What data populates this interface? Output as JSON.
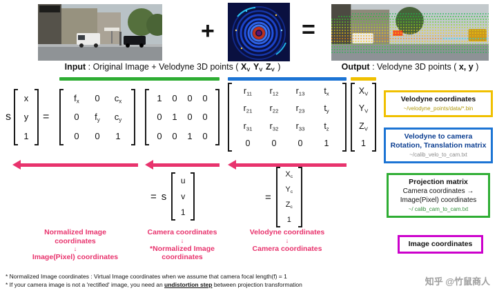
{
  "colors": {
    "pink": "#E8336D",
    "green": "#2EAD33",
    "blue": "#1C74D4",
    "yellow": "#F0C000",
    "magenta": "#CC00CC",
    "legend_blue": "#0B3E91",
    "path_yellow": "#B09A10",
    "path_gray": "#8A8A8A",
    "path_green": "#2E8B38"
  },
  "top": {
    "plus": "+",
    "equals": "=",
    "input_caption": {
      "bold": "Input",
      "rest": " : Original Image + Velodyne 3D points ( ",
      "vars": [
        "X_V",
        "Y_V",
        "Z_V"
      ],
      "close": " )"
    },
    "output_caption": {
      "bold": "Output",
      "rest": " : Velodyne 3D points ( ",
      "vars": "x, y",
      "close": " )"
    }
  },
  "equation": {
    "scale": "s",
    "equals": "=",
    "pixel_vec": [
      [
        "x"
      ],
      [
        "y"
      ],
      [
        "1"
      ]
    ],
    "intrinsic": [
      [
        "f_x",
        "0",
        "c_x"
      ],
      [
        "0",
        "f_y",
        "c_y"
      ],
      [
        "0",
        "0",
        "1"
      ]
    ],
    "identity": [
      [
        "1",
        "0",
        "0",
        "0"
      ],
      [
        "0",
        "1",
        "0",
        "0"
      ],
      [
        "0",
        "0",
        "1",
        "0"
      ]
    ],
    "extrinsic": [
      [
        "r_11",
        "r_12",
        "r_13",
        "t_x"
      ],
      [
        "r_21",
        "r_22",
        "r_23",
        "t_y"
      ],
      [
        "r_31",
        "r_32",
        "r_33",
        "t_z"
      ],
      [
        "0",
        "0",
        "0",
        "1"
      ]
    ],
    "velodyne_vec": [
      [
        "X_V"
      ],
      [
        "Y_V"
      ],
      [
        "Z_V"
      ],
      [
        "1"
      ]
    ],
    "normalized": {
      "equals": "=",
      "scale": "s",
      "vec": [
        [
          "u"
        ],
        [
          "v"
        ],
        [
          "1"
        ]
      ]
    },
    "camera": {
      "equals": "=",
      "vec": [
        [
          "X_c"
        ],
        [
          "Y_c"
        ],
        [
          "Z_c"
        ],
        [
          "1"
        ]
      ]
    }
  },
  "flow_labels": [
    {
      "top": "Normalized Image coordinates",
      "arrow": "↓",
      "bottom": "Image(Pixel) coordinates"
    },
    {
      "top": "Camera coordinates",
      "arrow": "↓",
      "bottom": "*Normalized Image coordinates"
    },
    {
      "top": "Velodyne coordinates",
      "arrow": "↓",
      "bottom": "Camera coordinates"
    }
  ],
  "legend": {
    "velodyne": {
      "title": "Velodyne coordinates",
      "path": "~/velodyne_points/data/*.bin"
    },
    "velo_to_cam": {
      "title1": "Velodyne to camera",
      "title2": "Rotation, Translation matrix",
      "path": "~/calib_velo_to_cam.txt"
    },
    "projection": {
      "title": "Projection matrix",
      "line1": "Camera coordinates →",
      "line2": "Image(Pixel) coordinates",
      "path": "~/ calib_cam_to_cam.txt"
    },
    "image": {
      "title": "Image coordinates"
    }
  },
  "footnotes": {
    "line1": "* Normalized Image coordinates : Virtual Image coordinates when we assume that camera focal length(f) = 1",
    "line2_pre": "* If your camera image is not a ",
    "line2_hl": "'rectified'",
    "line2_mid": " image, you need an ",
    "line2_bold": "undistortion step",
    "line2_post": " between projection transformation"
  },
  "watermark": "知乎 @竹鼠商人"
}
